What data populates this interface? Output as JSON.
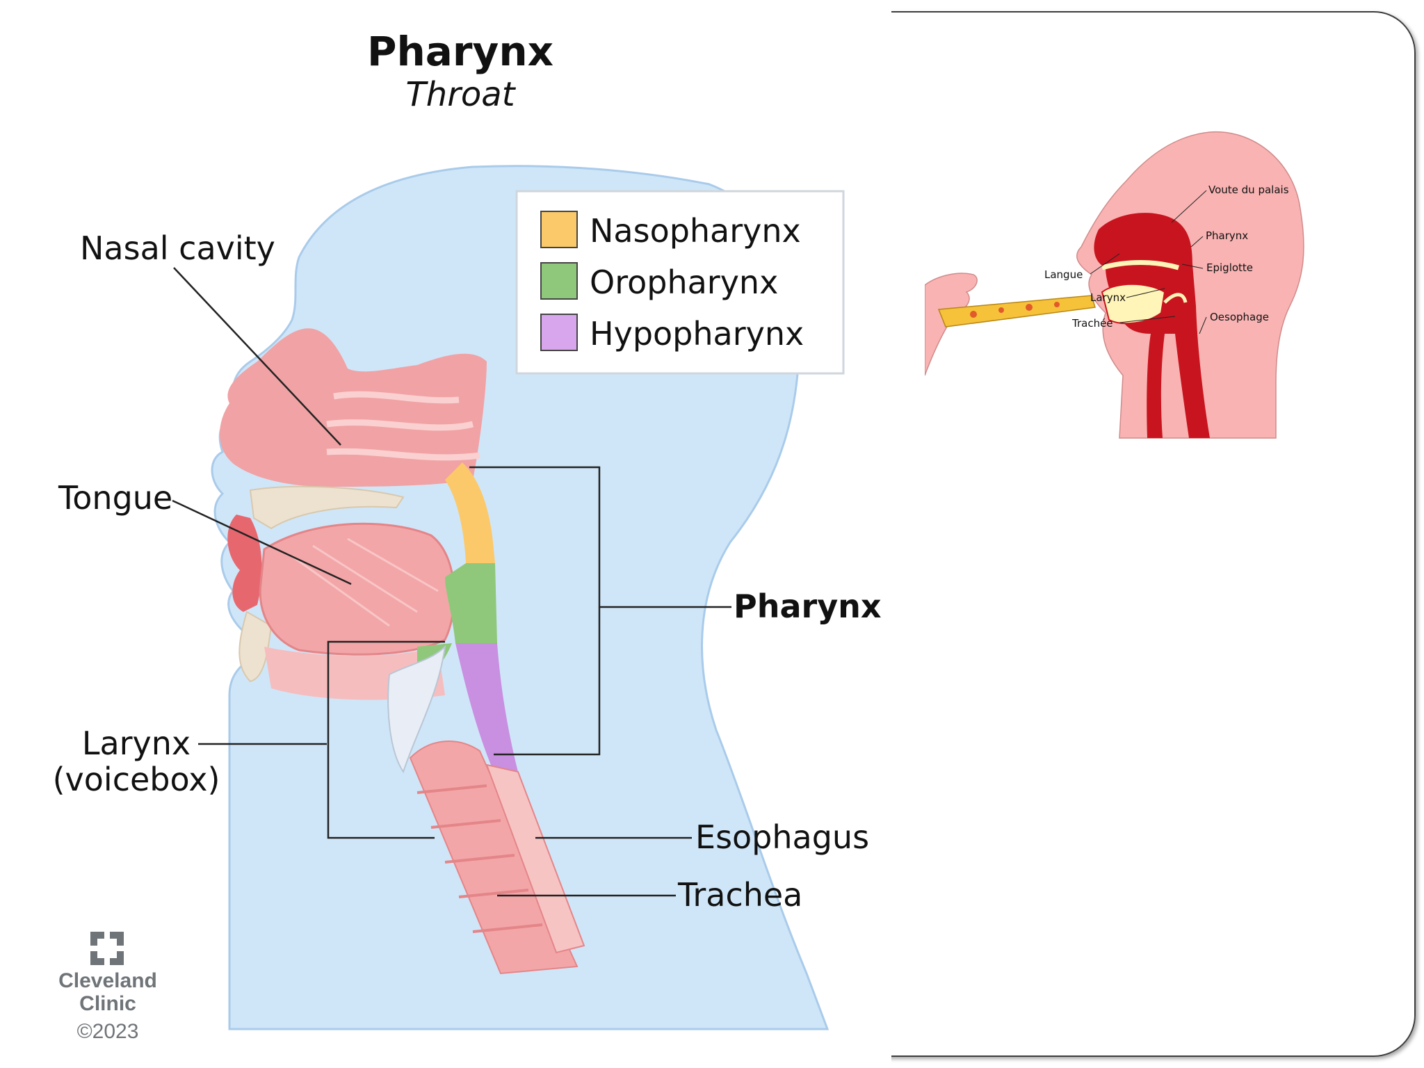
{
  "left_diagram": {
    "title": "Pharynx",
    "subtitle": "Throat",
    "legend": [
      {
        "label": "Nasopharynx",
        "color": "#fbc96a"
      },
      {
        "label": "Oropharynx",
        "color": "#8fc87a"
      },
      {
        "label": "Hypopharynx",
        "color": "#d8a6ec"
      }
    ],
    "labels": {
      "nasal_cavity": "Nasal cavity",
      "tongue": "Tongue",
      "larynx_line1": "Larynx",
      "larynx_line2": "(voicebox)",
      "pharynx": "Pharynx",
      "esophagus": "Esophagus",
      "trachea": "Trachea"
    },
    "brand": {
      "name_line1": "Cleveland",
      "name_line2": "Clinic",
      "copyright": "©2023"
    }
  },
  "right_diagram": {
    "labels": {
      "voute": "Voute du palais",
      "pharynx": "Pharynx",
      "epiglotte": "Epiglotte",
      "langue": "Langue",
      "larynx": "Larynx",
      "oesophage": "Oesophage",
      "trachee": "Trachée"
    }
  },
  "colors": {
    "head_fill": "#cfe6f8",
    "tissue_pink": "#f3a6a8",
    "sagittal_pink": "#f9b3b3",
    "sagittal_red": "#c8141e"
  }
}
